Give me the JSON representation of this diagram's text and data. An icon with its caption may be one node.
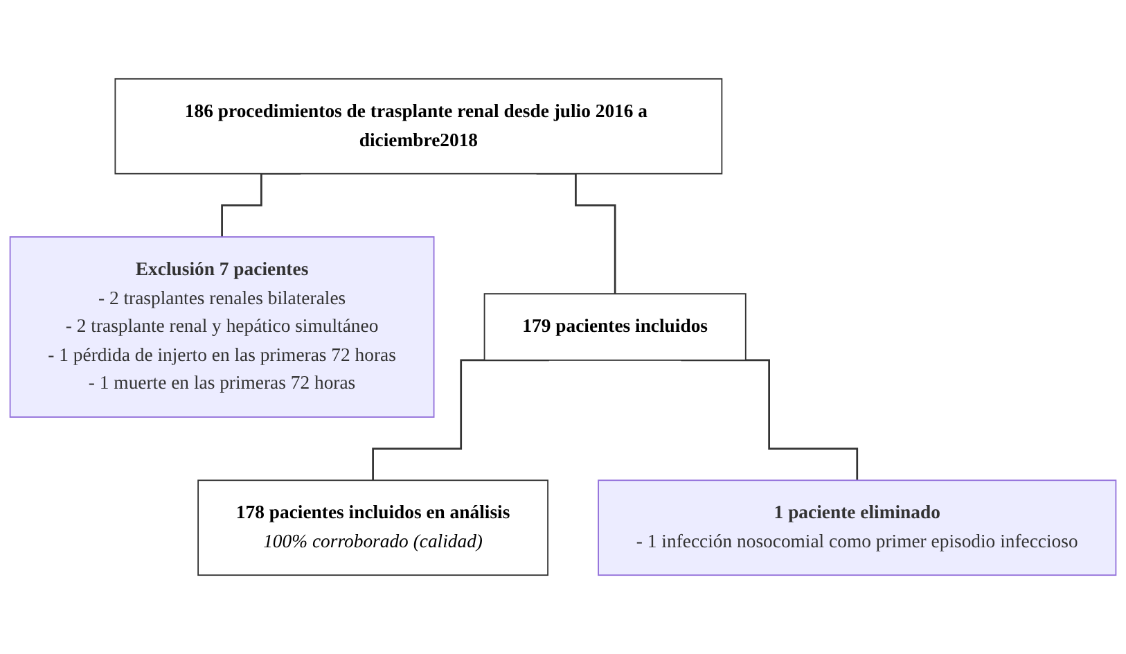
{
  "diagram": {
    "nodes": [
      {
        "text": [
          "186 procedimientos de trasplante renal desde julio 2016 a diciembre2018"
        ]
      },
      {
        "text": [
          "Exclusión 7 pacientes",
          "- 2 trasplantes renales bilaterales",
          "- 2 trasplante renal y hepático simultáneo",
          "- 1 pérdida de injerto en las primeras 72 horas",
          "- 1 muerte en las primeras 72 horas"
        ]
      },
      {
        "text": [
          "179 pacientes incluidos"
        ]
      },
      {
        "text": [
          "1 paciente eliminado",
          "- 1 infección nosocomial como primer episodio infeccioso"
        ]
      },
      {
        "text": [
          "178 pacientes incluidos en análisis",
          "100% corroborado (calidad)"
        ]
      }
    ],
    "edges": [
      {
        "from": 0,
        "to": 2,
        "arrow": "none"
      },
      {
        "from": 0,
        "to": 1,
        "arrow": "none"
      },
      {
        "from": 2,
        "to": 4,
        "arrow": "none"
      },
      {
        "from": 2,
        "to": 3,
        "arrow": "none"
      }
    ]
  }
}
